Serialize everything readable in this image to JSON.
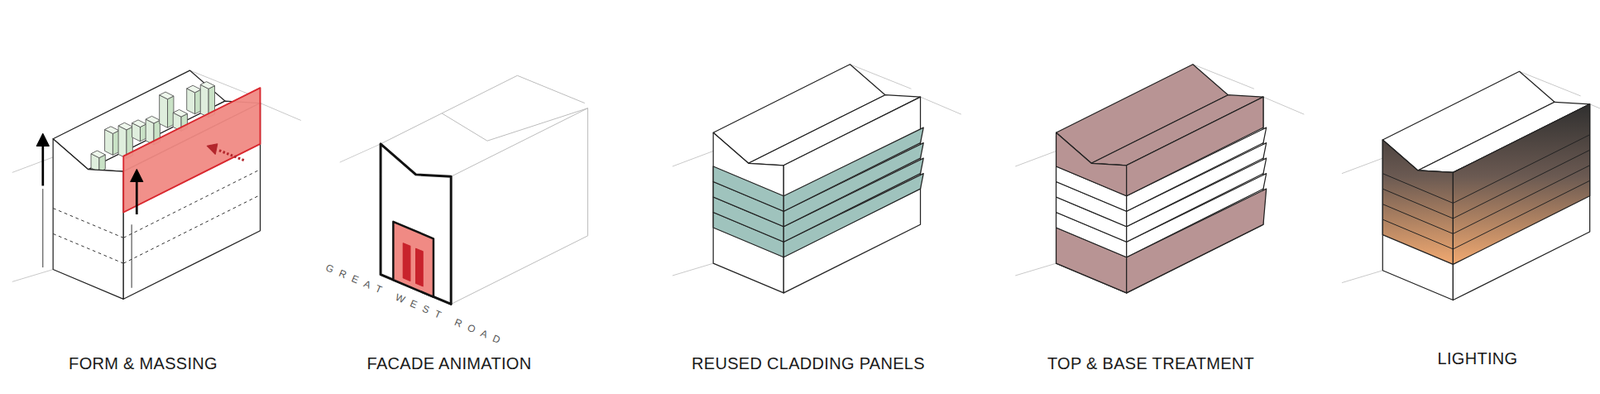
{
  "diagram": {
    "labels": [
      "FORM & MASSING",
      "GREAT WEST ROAD",
      "FACADE ANIMATION",
      "REUSED CLADDING PANELS",
      "TOP & BASE TREATMENT",
      "LIGHTING"
    ]
  }
}
